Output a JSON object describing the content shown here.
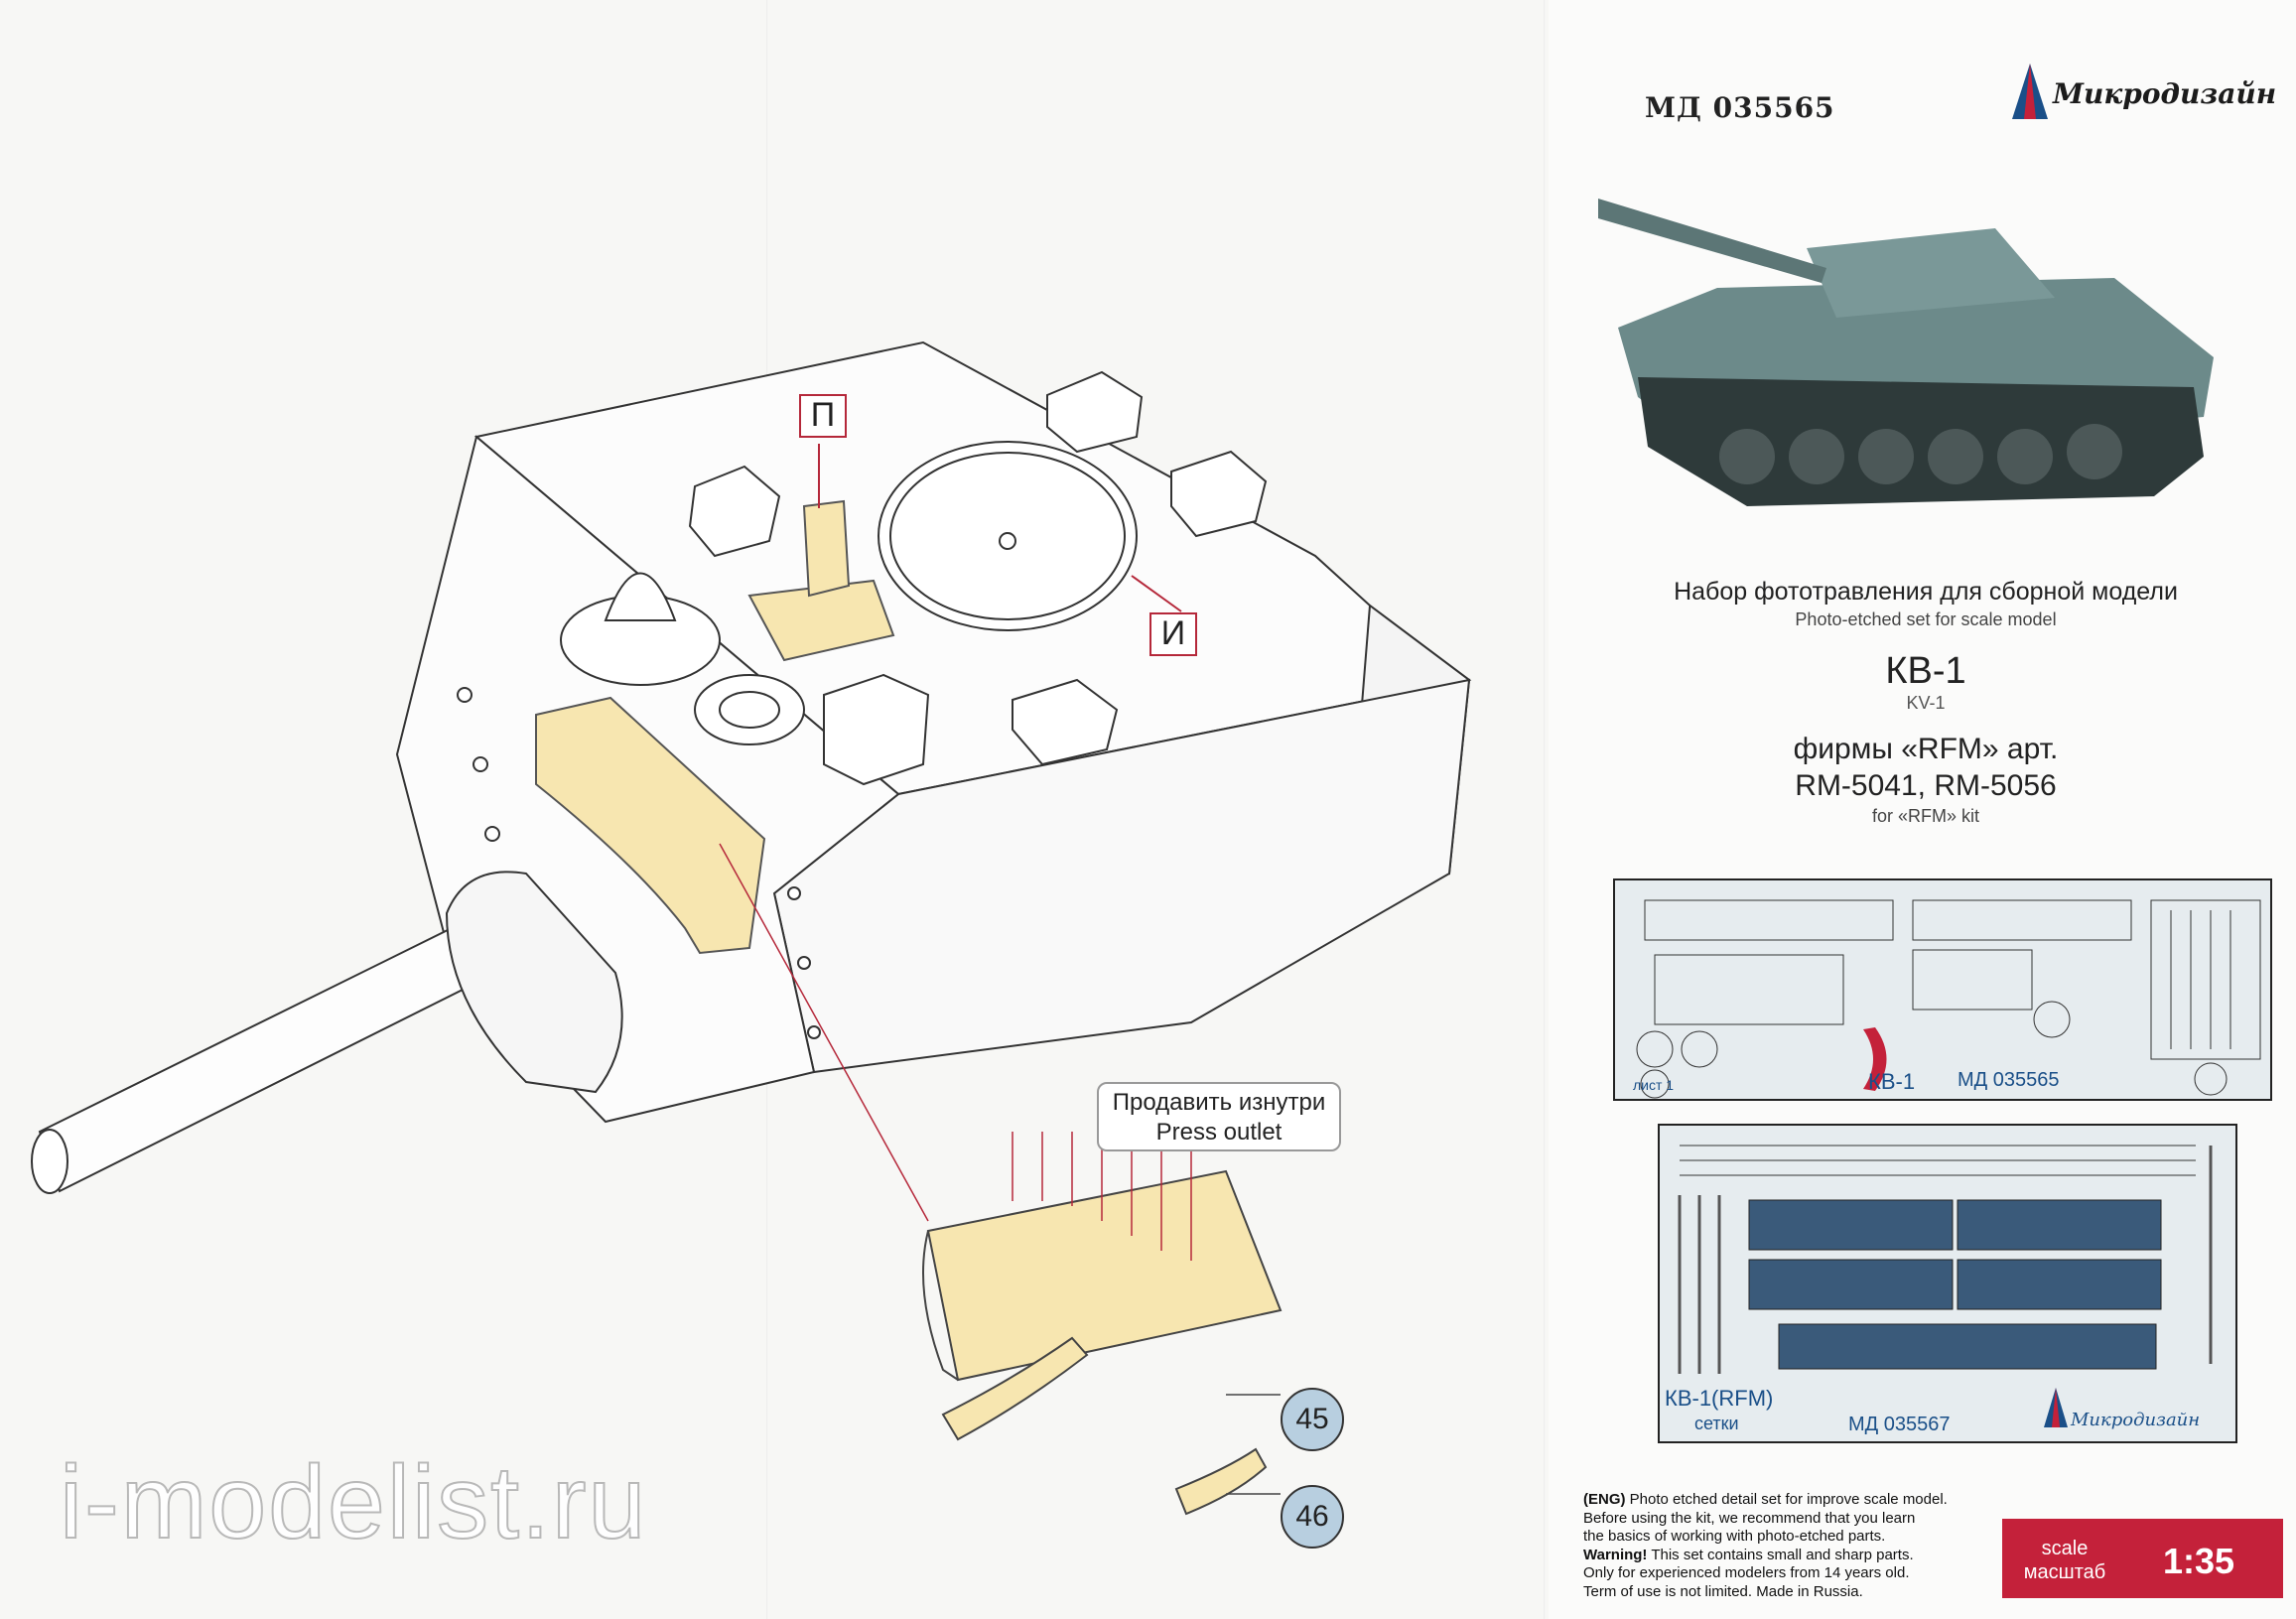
{
  "instructions": {
    "callout_p": "П",
    "callout_i": "И",
    "press_ru": "Продавить изнутри",
    "press_en": "Press outlet",
    "part_45": "45",
    "part_46": "46"
  },
  "header": {
    "code": "МД 035565",
    "brand": "Микродизайн"
  },
  "product": {
    "title_ru": "Набор фототравления для сборной модели",
    "title_en": "Photo-etched set for scale model",
    "model_ru": "КВ-1",
    "model_en": "KV-1",
    "maker_ru": "фирмы «RFM» арт.",
    "articles": "RM-5041, RM-5056",
    "maker_en": "for «RFM» kit"
  },
  "sheet1": {
    "label_name": "КВ-1",
    "label_code": "МД 035565",
    "label_list": "лист 1"
  },
  "sheet2": {
    "label_name": "КВ-1(RFM)",
    "label_sub": "сетки",
    "label_code": "МД 035567",
    "brand": "Микродизайн"
  },
  "footnote": {
    "eng_tag": "(ENG)",
    "line1": " Photo etched detail set for improve scale model.",
    "line2": "Before using the kit, we recommend that you learn",
    "line3": "the basics of working with photo-etched parts.",
    "warn_tag": "Warning!",
    "line4": " This set contains small and sharp parts.",
    "line5": "Only for experienced modelers from 14 years old.",
    "line6": "Term of use is not limited. Made in Russia."
  },
  "scale": {
    "label_en": "scale",
    "label_ru": "масштаб",
    "value": "1:35"
  },
  "watermark": "i-modelist.ru",
  "colors": {
    "accent_red": "#c4213a",
    "part_yellow": "#f7e6b0",
    "label_blue": "#1a4f88",
    "circle_blue": "#b8cfe0"
  }
}
